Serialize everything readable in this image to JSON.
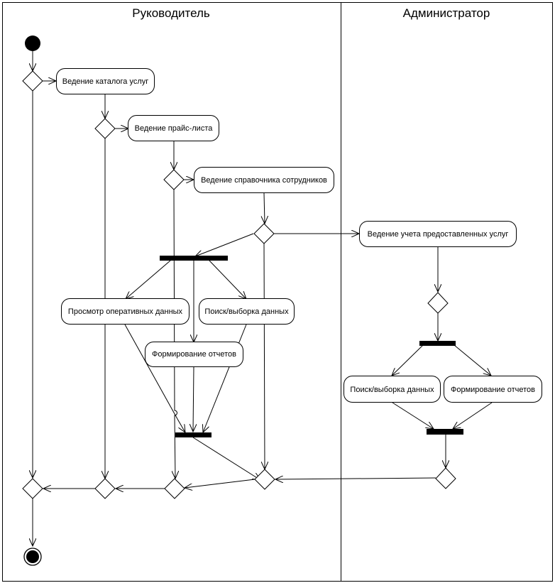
{
  "lanes": [
    {
      "title": "Руководитель"
    },
    {
      "title": "Администратор"
    }
  ],
  "activities": [
    {
      "id": "a1",
      "label": "Ведение каталога услуг"
    },
    {
      "id": "a2",
      "label": "Ведение прайс-листа"
    },
    {
      "id": "a3",
      "label": "Ведение справочника сотрудников"
    },
    {
      "id": "a4",
      "label": "Ведение учета предоставленных услуг"
    },
    {
      "id": "a5",
      "label": "Просмотр оперативных данных"
    },
    {
      "id": "a6",
      "label": "Поиск/выборка данных"
    },
    {
      "id": "a7",
      "label": "Формирование отчетов"
    },
    {
      "id": "a8",
      "label": "Поиск/выборка данных"
    },
    {
      "id": "a9",
      "label": "Формирование отчетов"
    }
  ]
}
